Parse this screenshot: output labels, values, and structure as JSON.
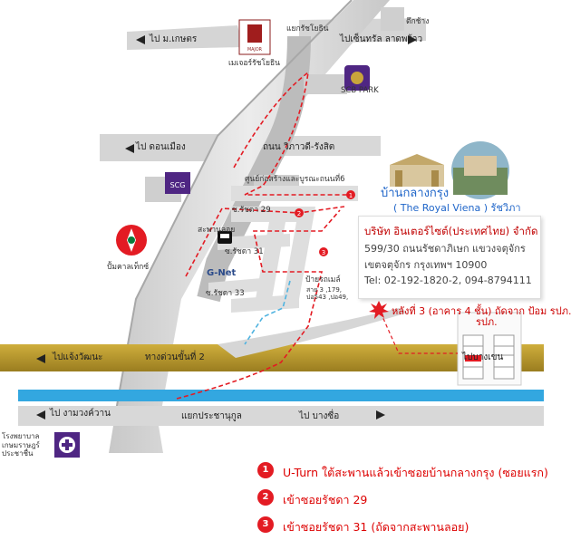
{
  "labels": {
    "to_minburi": "ไป ม.เกษตร",
    "major": "เมเจอร์รัชโยธิน",
    "major_logo": "MAJOR CINEPLEX",
    "ratchayothin_junction": "แยกรัชโยธิน",
    "to_central": "ไปเซ็นทรัล ลาดพร้าว",
    "elephant_building": "ตึกช้าง",
    "scb_park": "SCB PARK",
    "to_donmueang": "ไป ดอนเมือง",
    "vibhavadi_road": "ถนน วิภาวดี-รังสิต",
    "lotus_building": "ศูนย์ก่อสร้างและบูรณะถนนที่6",
    "soi_29": "ซ.รัชดา 29",
    "bus_stop": "สะพานลอย",
    "soi_31": "ซ.รัชดา 31",
    "soi_33": "ซ.รัชดา 33",
    "caltex": "ปั้มคาลเท็กซ์",
    "gnet": "G-Net",
    "bus_stop_name": "ป้ายรถเมล์",
    "bus_lines": "สาย 3 ,179, ปอ543 ,ปอ49,",
    "to_chaengwattana": "ไปแจ้งวัฒนะ",
    "expressway": "ทางด่วนขั้นที่ 2",
    "to_bangkhen": "ไปบางเขน",
    "to_ngamwongwan": "ไป งามวงค์วาน",
    "prachanukul_junction": "แยกประชานุกูล",
    "to_bangsue": "ไป บางซื่อ",
    "hospital": "โรงพยาบาล เกษมราษฎร์ ประชาชื่น",
    "village_th": "บ้านกลางกรุง",
    "village_en": "( The Royal Viena ) รัชวิภา",
    "dpt_label": "รปภ.",
    "building_note": "หลังที่ 3 (อาคาร 4 ชั้น) ถัดจาก ป้อม รปภ."
  },
  "company": {
    "name": "บริษัท อินเตอร์ไซต์(ประเทศไทย) จำกัด",
    "address1": "599/30 ถนนรัชดาภิเษก แขวงจตุจักร",
    "address2": "เขตจตุจักร กรุงเทพฯ 10900",
    "tel": "Tel: 02-192-1820-2, 094-8794111"
  },
  "route_markers": [
    "1",
    "2",
    "3"
  ],
  "legend": [
    {
      "num": "1",
      "text": "U-Turn ใต้สะพานแล้วเข้าซอยบ้านกลางกรุง (ซอยแรก)"
    },
    {
      "num": "2",
      "text": "เข้าซอยรัชดา 29"
    },
    {
      "num": "3",
      "text": "เข้าซอยรัชดา 31 (ถัดจากสะพานลอย)"
    }
  ],
  "colors": {
    "road": "#d9d9d9",
    "road_dark": "#bdbdbd",
    "expressway": "#b99a2e",
    "river": "#33a7e0",
    "route_red": "#e31b23",
    "route_blue": "#4fb3e0",
    "company_red": "#c00000"
  }
}
